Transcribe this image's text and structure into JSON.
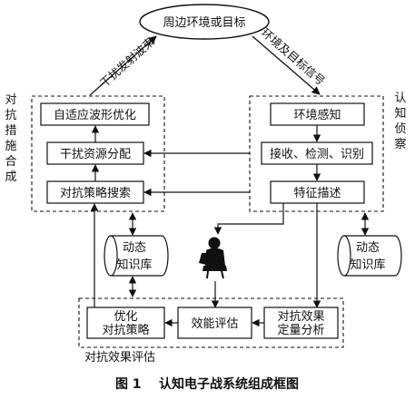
{
  "environment": "周边环境或目标",
  "edge_left": "干扰发射波束",
  "edge_right": "环境及目标信号",
  "left_group": {
    "title": "对抗措施合成",
    "boxes": [
      "自适应波形优化",
      "干扰资源分配",
      "对抗策略搜索"
    ]
  },
  "right_group": {
    "title": "认知侦察",
    "boxes": [
      "环境感知",
      "接收、检测、识别",
      "特征描述"
    ]
  },
  "bottom_group": {
    "title": "对抗效果评估",
    "boxes": [
      [
        "优化",
        "对抗策略"
      ],
      "效能评估",
      [
        "对抗效果",
        "定量分析"
      ]
    ]
  },
  "knowledge_left": [
    "动态",
    "知识库"
  ],
  "knowledge_right": [
    "动态",
    "知识库"
  ],
  "caption": "图 1    认知电子战系统组成框图"
}
